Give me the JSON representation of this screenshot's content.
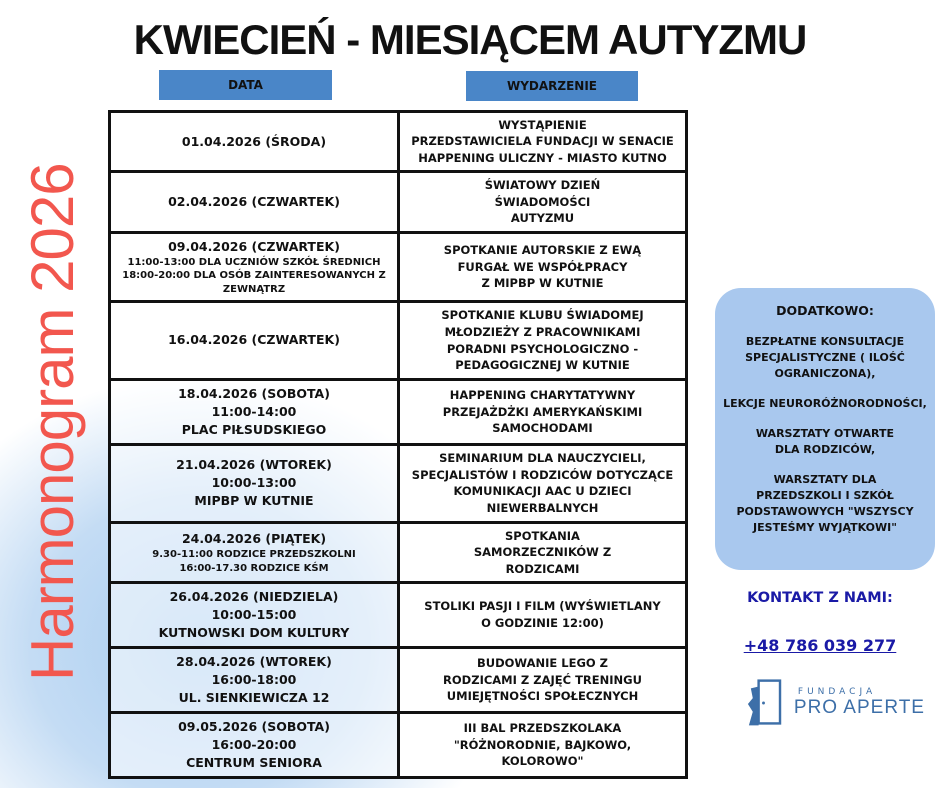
{
  "title": "KWIECIEŃ - MIESIĄCEM AUTYZMU",
  "side_title": "Harmonogram 2026",
  "headers": {
    "date": "DATA",
    "event": "WYDARZENIE"
  },
  "rows": [
    {
      "date": "01.04.2026 (ŚRODA)",
      "details": [],
      "event": [
        "WYSTĄPIENIE",
        "PRZEDSTAWICIELA FUNDACJI W SENACIE",
        "HAPPENING ULICZNY - MIASTO KUTNO"
      ]
    },
    {
      "date": "02.04.2026 (CZWARTEK)",
      "details": [],
      "event": [
        "ŚWIATOWY DZIEŃ",
        "ŚWIADOMOŚCI",
        "AUTYZMU"
      ]
    },
    {
      "date": "09.04.2026 (CZWARTEK)",
      "details": [
        "11:00-13:00 DLA UCZNIÓW SZKÓŁ ŚREDNICH",
        "18:00-20:00 DLA OSÓB ZAINTERESOWANYCH Z ZEWNĄTRZ"
      ],
      "event": [
        "SPOTKANIE AUTORSKIE Z EWĄ",
        "FURGAŁ WE WSPÓŁPRACY",
        "Z MIPBP W KUTNIE"
      ]
    },
    {
      "date": "16.04.2026 (CZWARTEK)",
      "details": [],
      "event": [
        "SPOTKANIE KLUBU ŚWIADOMEJ",
        "MŁODZIEŻY Z PRACOWNIKAMI",
        "PORADNI PSYCHOLOGICZNO -",
        "PEDAGOGICZNEJ  W KUTNIE"
      ]
    },
    {
      "date": "18.04.2026 (SOBOTA)",
      "details": [
        "11:00-14:00",
        "PLAC PIŁSUDSKIEGO"
      ],
      "event": [
        "HAPPENING CHARYTATYWNY",
        "PRZEJAŻDŻKI AMERYKAŃSKIMI",
        "SAMOCHODAMI"
      ]
    },
    {
      "date": "21.04.2026 (WTOREK)",
      "details": [
        "10:00-13:00",
        "MIPBP W KUTNIE"
      ],
      "event": [
        "SEMINARIUM DLA NAUCZYCIELI,",
        "SPECJALISTÓW I RODZICÓW DOTYCZĄCE",
        "KOMUNIKACJI AAC U DZIECI",
        "NIEWERBALNYCH"
      ]
    },
    {
      "date": "24.04.2026 (PIĄTEK)",
      "details": [
        "9.30-11:00 RODZICE PRZEDSZKOLNI",
        "16:00-17.30 RODZICE KŚM"
      ],
      "event": [
        "SPOTKANIA",
        "SAMORZECZNIKÓW Z",
        "RODZICAMI"
      ]
    },
    {
      "date": "26.04.2026 (NIEDZIELA)",
      "details": [
        "10:00-15:00",
        "KUTNOWSKI DOM KULTURY"
      ],
      "event": [
        "STOLIKI PASJI I FILM (WYŚWIETLANY",
        "O GODZINIE 12:00)"
      ]
    },
    {
      "date": "28.04.2026 (WTOREK)",
      "details": [
        "16:00-18:00",
        "UL. SIENKIEWICZA 12"
      ],
      "event": [
        "BUDOWANIE LEGO Z",
        "RODZICAMI Z ZAJĘĆ TRENINGU",
        "UMIEJĘTNOŚCI SPOŁECZNYCH"
      ]
    },
    {
      "date": "09.05.2026  (SOBOTA)",
      "details": [
        "16:00-20:00",
        "CENTRUM SENIORA"
      ],
      "event": [
        "III BAL PRZEDSZKOLAKA",
        "\"RÓŻNORODNIE, BAJKOWO,",
        "KOLOROWO\""
      ]
    }
  ],
  "extras": {
    "heading": "DODATKOWO:",
    "items": [
      "BEZPŁATNE KONSULTACJE SPECJALISTYCZNE ( ILOŚĆ OGRANICZONA),",
      "LEKCJE NEURORÓŻNORODNOŚCI,",
      "WARSZTATY OTWARTE DLA RODZICÓW,",
      "WARSZTATY DLA PRZEDSZKOLI I SZKÓŁ PODSTAWOWYCH \"WSZYSCY JESTEŚMY WYJĄTKOWI\""
    ]
  },
  "contact": {
    "label": "KONTAKT Z NAMI:",
    "phone": "+48 786 039 277"
  },
  "logo": {
    "small": "FUNDACJA",
    "name": "PRO APERTE"
  },
  "colors": {
    "accent_red": "#f2574e",
    "header_blue": "#4a86c8",
    "box_blue": "#a9c8ee",
    "contact_blue": "#1a1aa6"
  }
}
